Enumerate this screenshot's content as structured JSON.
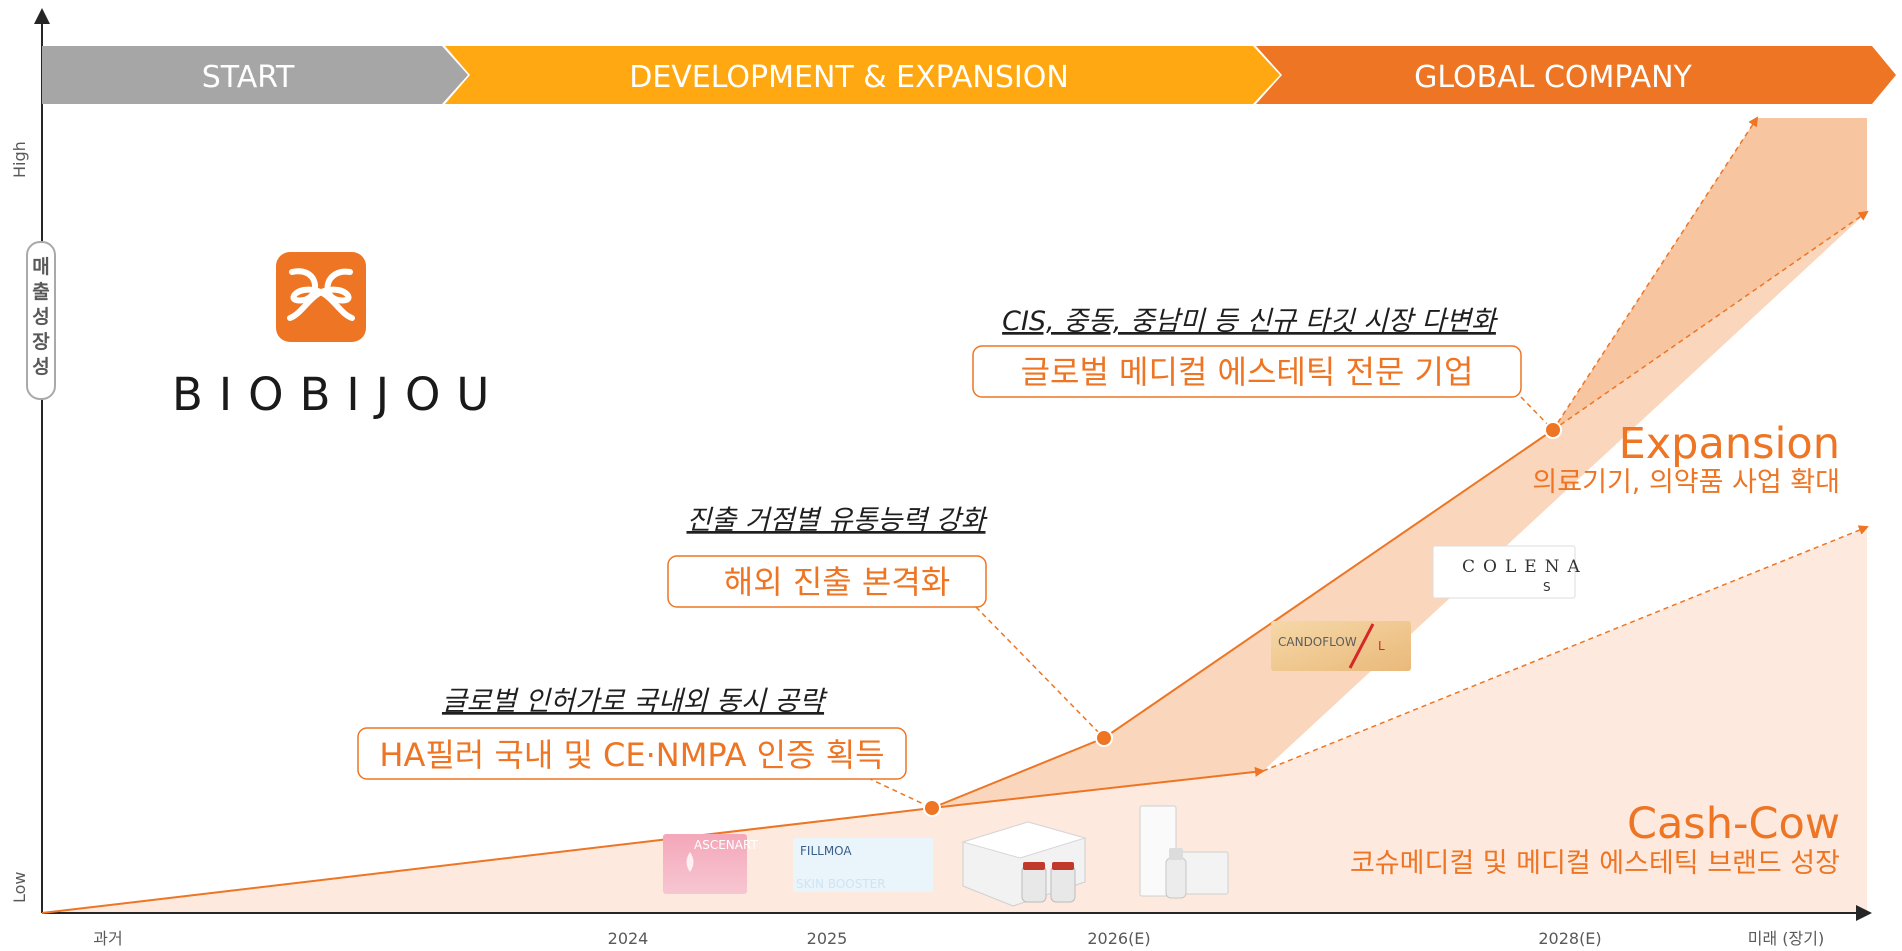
{
  "phases": [
    {
      "label": "START",
      "color": "#A6A6A6"
    },
    {
      "label": "DEVELOPMENT & EXPANSION",
      "color": "#FFA812"
    },
    {
      "label": "GLOBAL COMPANY",
      "color": "#ED7523"
    }
  ],
  "y_axis": {
    "label": "매출성장성",
    "high": "High",
    "low": "Low"
  },
  "x_axis": {
    "ticks": [
      "과거",
      "2024",
      "2025",
      "2026(E)",
      "2028(E)",
      "미래 (장기)"
    ]
  },
  "logo": {
    "text": "BIOBIJOU"
  },
  "milestones": [
    {
      "subtitle": "글로벌 인허가로 국내외 동시 공략",
      "title": "HA필러 국내 및 CE·NMPA 인증 획득"
    },
    {
      "subtitle": "진출 거점별 유통능력 강화",
      "title": "해외 진출 본격화"
    },
    {
      "subtitle": "CIS, 중동, 중남미 등 신규 타깃 시장 다변화",
      "title": "글로벌 메디컬 에스테틱 전문 기업"
    }
  ],
  "segments": {
    "expansion": {
      "title": "Expansion",
      "desc": "의료기기, 의약품 사업 확대"
    },
    "cashcow": {
      "title": "Cash-Cow",
      "desc": "코슈메디컬 및 메디컬 에스테틱 브랜드 성장"
    }
  },
  "products": {
    "ascenart": "ASCENART",
    "fillmoa": "FILLMOA",
    "skinbooster": "SKIN BOOSTER",
    "candoflow": "CANDOFLOW",
    "candoflow_mark": "L",
    "colena": "COLENA",
    "colena_sub": "S"
  },
  "colors": {
    "accent": "#ED7523",
    "gold": "#FFA812",
    "gray": "#A6A6A6",
    "fill_light": "#FCE4D6",
    "fill_mid": "#F8C9A6"
  }
}
